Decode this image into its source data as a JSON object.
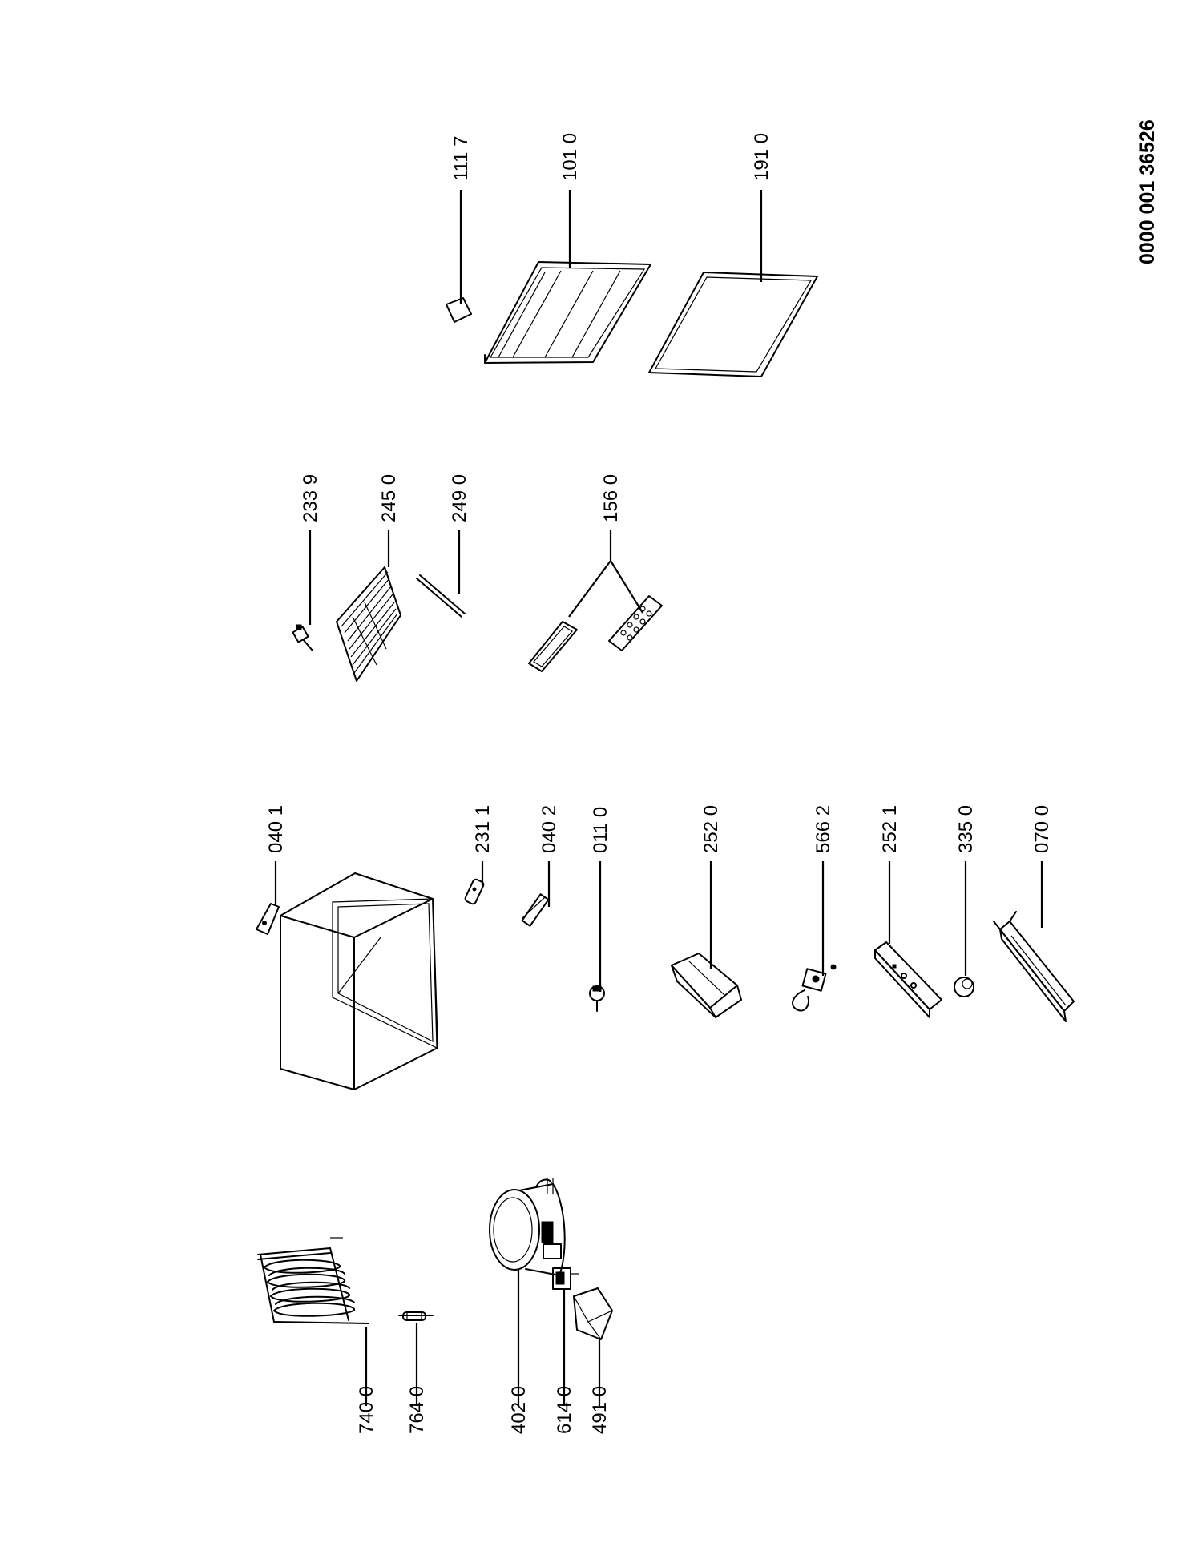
{
  "document_number": "0000 001 36526",
  "parts": [
    {
      "id": "p7400",
      "label": "740 0",
      "icon": "condenser-coil-icon"
    },
    {
      "id": "p7640",
      "label": "764 0",
      "icon": "filter-drier-icon"
    },
    {
      "id": "p4020",
      "label": "402 0",
      "icon": "compressor-icon"
    },
    {
      "id": "p6140",
      "label": "614 0",
      "icon": "start-relay-icon"
    },
    {
      "id": "p4910",
      "label": "491 0",
      "icon": "relay-cover-icon"
    },
    {
      "id": "p0401",
      "label": "040 1",
      "icon": "hinge-icon"
    },
    {
      "id": "p2311",
      "label": "231 1",
      "icon": "lock-bracket-icon"
    },
    {
      "id": "p0402",
      "label": "040 2",
      "icon": "hinge-icon"
    },
    {
      "id": "p0110",
      "label": "011 0",
      "icon": "drain-plug-icon"
    },
    {
      "id": "p2520",
      "label": "252 0",
      "icon": "control-box-icon"
    },
    {
      "id": "p5662",
      "label": "566 2",
      "icon": "thermostat-icon"
    },
    {
      "id": "p2521",
      "label": "252 1",
      "icon": "control-panel-icon"
    },
    {
      "id": "p3350",
      "label": "335 0",
      "icon": "knob-icon"
    },
    {
      "id": "p0700",
      "label": "070 0",
      "icon": "handle-bar-icon"
    },
    {
      "id": "p2339",
      "label": "233 9",
      "icon": "lamp-holder-icon"
    },
    {
      "id": "p2450",
      "label": "245 0",
      "icon": "wire-basket-icon"
    },
    {
      "id": "p2490",
      "label": "249 0",
      "icon": "divider-rod-icon"
    },
    {
      "id": "p1560",
      "label": "156 0",
      "icon": "ice-tray-icon"
    },
    {
      "id": "p1117",
      "label": "111 7",
      "icon": "badge-icon"
    },
    {
      "id": "p1010",
      "label": "101 0",
      "icon": "lid-icon"
    },
    {
      "id": "p1910",
      "label": "191 0",
      "icon": "lid-gasket-icon"
    }
  ]
}
